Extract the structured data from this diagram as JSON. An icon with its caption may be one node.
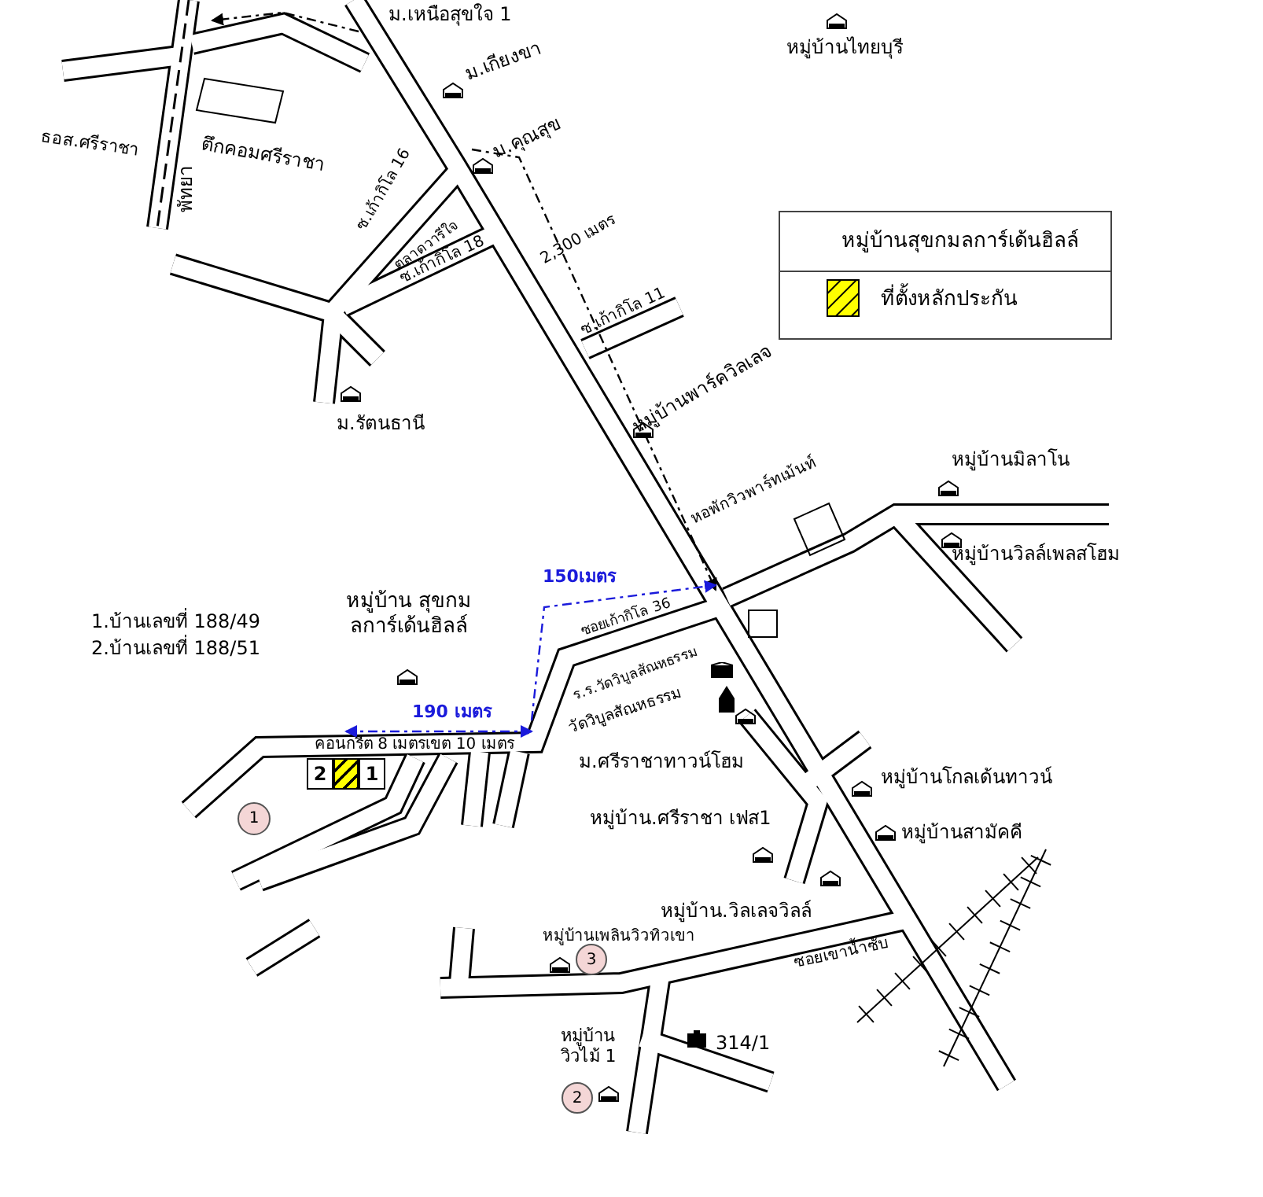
{
  "diagram": {
    "nodes": [
      {
        "text": [
          "2"
        ]
      },
      {
        "text": [],
        "shape": "box"
      },
      {
        "text": [
          "1"
        ]
      },
      {
        "text": [
          "1"
        ]
      },
      {
        "text": [
          "3"
        ]
      },
      {
        "text": [
          "2"
        ]
      }
    ],
    "labels": [
      "ม.เหนือสุขใจ 1",
      "หมู่บ้านไทยบุรี",
      "ธอส.ศรีราชา",
      "ตึกคอมศรีราชา",
      "พัทยา",
      "ม.เกียงขา",
      "ม.คุณสุข",
      "ซ.เก้ากิโล 16",
      "ตลาดวารีใจ",
      "ซ.เก้ากิโล 18",
      "2,300 เมตร",
      "ซ.เก้ากิโล 11",
      "หมู่บ้านสุขกมลการ์เด้นฮิลล์",
      "หมู่บ้านพาร์ควิลเลจ",
      "ม.รัตนธานี",
      "หมู่บ้านมิลาโน",
      "หอพักวิวพาร์ทเม้นท์",
      "หมู่บ้านวิลล์เพลสโฮม",
      "หมู่บ้าน สุขกมลการ์เด้นฮิลล์",
      "1.บ้านเลขที่ 188/49",
      "2.บ้านเลขที่ 188/51",
      "150เมตร",
      "ซอยเก้ากิโล 36",
      "ร.ร.วัดวิบูลสัณหธรรม",
      "วัดวิบูลสัณหธรรม",
      "190 เมตร",
      "คอนกรีต 8 เมตรเขต 10 เมตร",
      "ม.ศรีราชาทาวน์โฮม",
      "หมู่บ้านโกลเด้นทาวน์",
      "หมู่บ้าน.ศรีราชา เฟส1",
      "หมู่บ้านสามัคคี",
      "หมู่บ้าน.วิลเลจวิลล์",
      "หมู่บ้านเพลินวิวทิวเขา",
      "ซอยเขาน้ำซับ",
      "หมู่บ้าน วิวไม้ 1",
      "314/1"
    ],
    "legend": [
      {
        "text": "ที่ตั้งหลักประกัน",
        "color": "#ffff00"
      }
    ]
  }
}
